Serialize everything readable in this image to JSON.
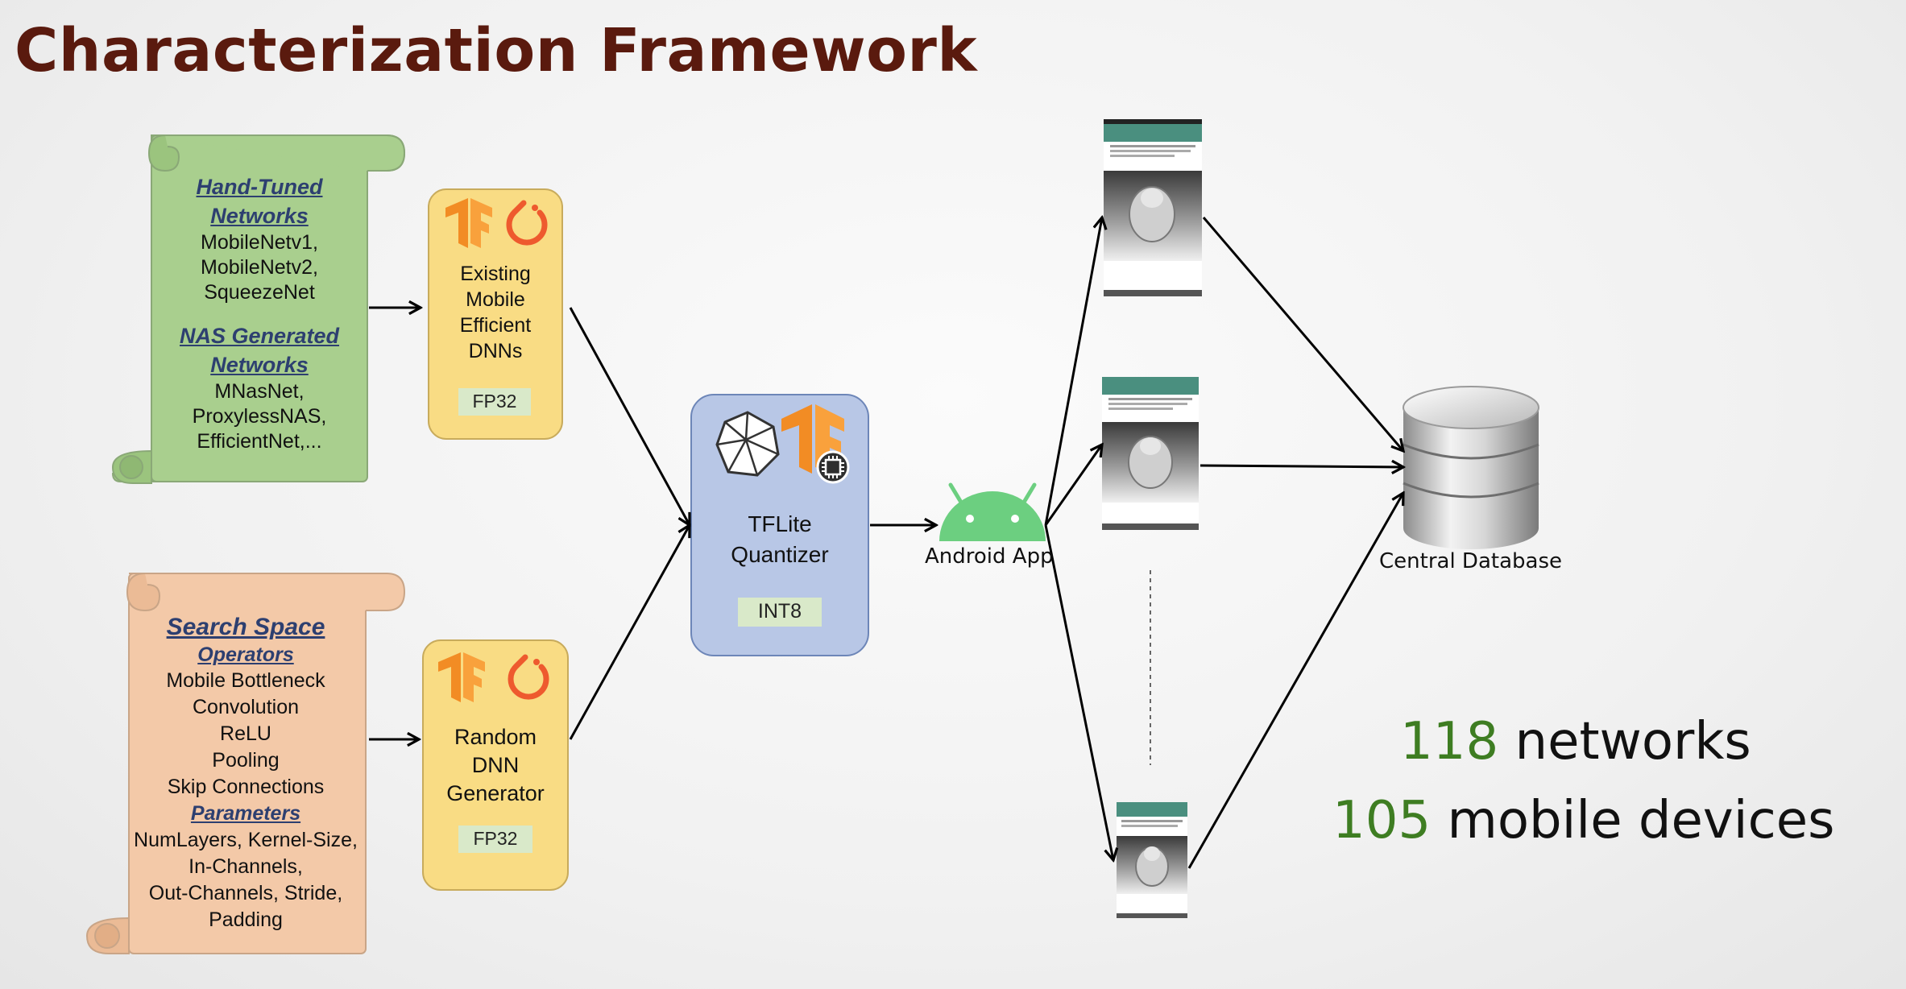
{
  "title": "Characterization Framework",
  "hand_tuned": {
    "heading_line1": "Hand-Tuned",
    "heading_line2": "Networks",
    "items": [
      "MobileNetv1,",
      "MobileNetv2,",
      "SqueezeNet"
    ],
    "nas_heading_line1": "NAS Generated",
    "nas_heading_line2": "Networks",
    "nas_items": [
      "MNasNet,",
      "ProxylessNAS,",
      "EfficientNet,..."
    ]
  },
  "search_space": {
    "heading": "Search Space",
    "operators_heading": "Operators",
    "operators": [
      "Mobile Bottleneck",
      "Convolution",
      "ReLU",
      "Pooling",
      "Skip Connections"
    ],
    "parameters_heading": "Parameters",
    "parameters": [
      "NumLayers, Kernel-Size,",
      "In-Channels,",
      "Out-Channels, Stride,",
      "Padding"
    ]
  },
  "existing_box": {
    "lines": [
      "Existing",
      "Mobile",
      "Efficient",
      "DNNs"
    ],
    "badge": "FP32"
  },
  "random_box": {
    "lines": [
      "Random",
      "DNN",
      "Generator"
    ],
    "badge": "FP32"
  },
  "quantizer_box": {
    "lines": [
      "TFLite",
      "Quantizer"
    ],
    "badge": "INT8"
  },
  "android_label": "Android App",
  "database_label": "Central Database",
  "stats": {
    "networks_count": "118",
    "networks_label": "networks",
    "devices_count": "105",
    "devices_label": "mobile devices"
  },
  "icons": [
    "tensorflow-icon",
    "pytorch-icon",
    "polyhedron-icon",
    "android-icon",
    "database-icon",
    "phone-screenshot"
  ],
  "colors": {
    "title": "#5a1a0e",
    "green_scroll": "#a9cf8e",
    "orange_scroll": "#f3c9a8",
    "yellow_box": "#f9dc84",
    "blue_box": "#b8c7e6",
    "badge_green": "#d9e9c9",
    "android_green": "#6ccf80",
    "stat_number": "#3e7d22"
  }
}
